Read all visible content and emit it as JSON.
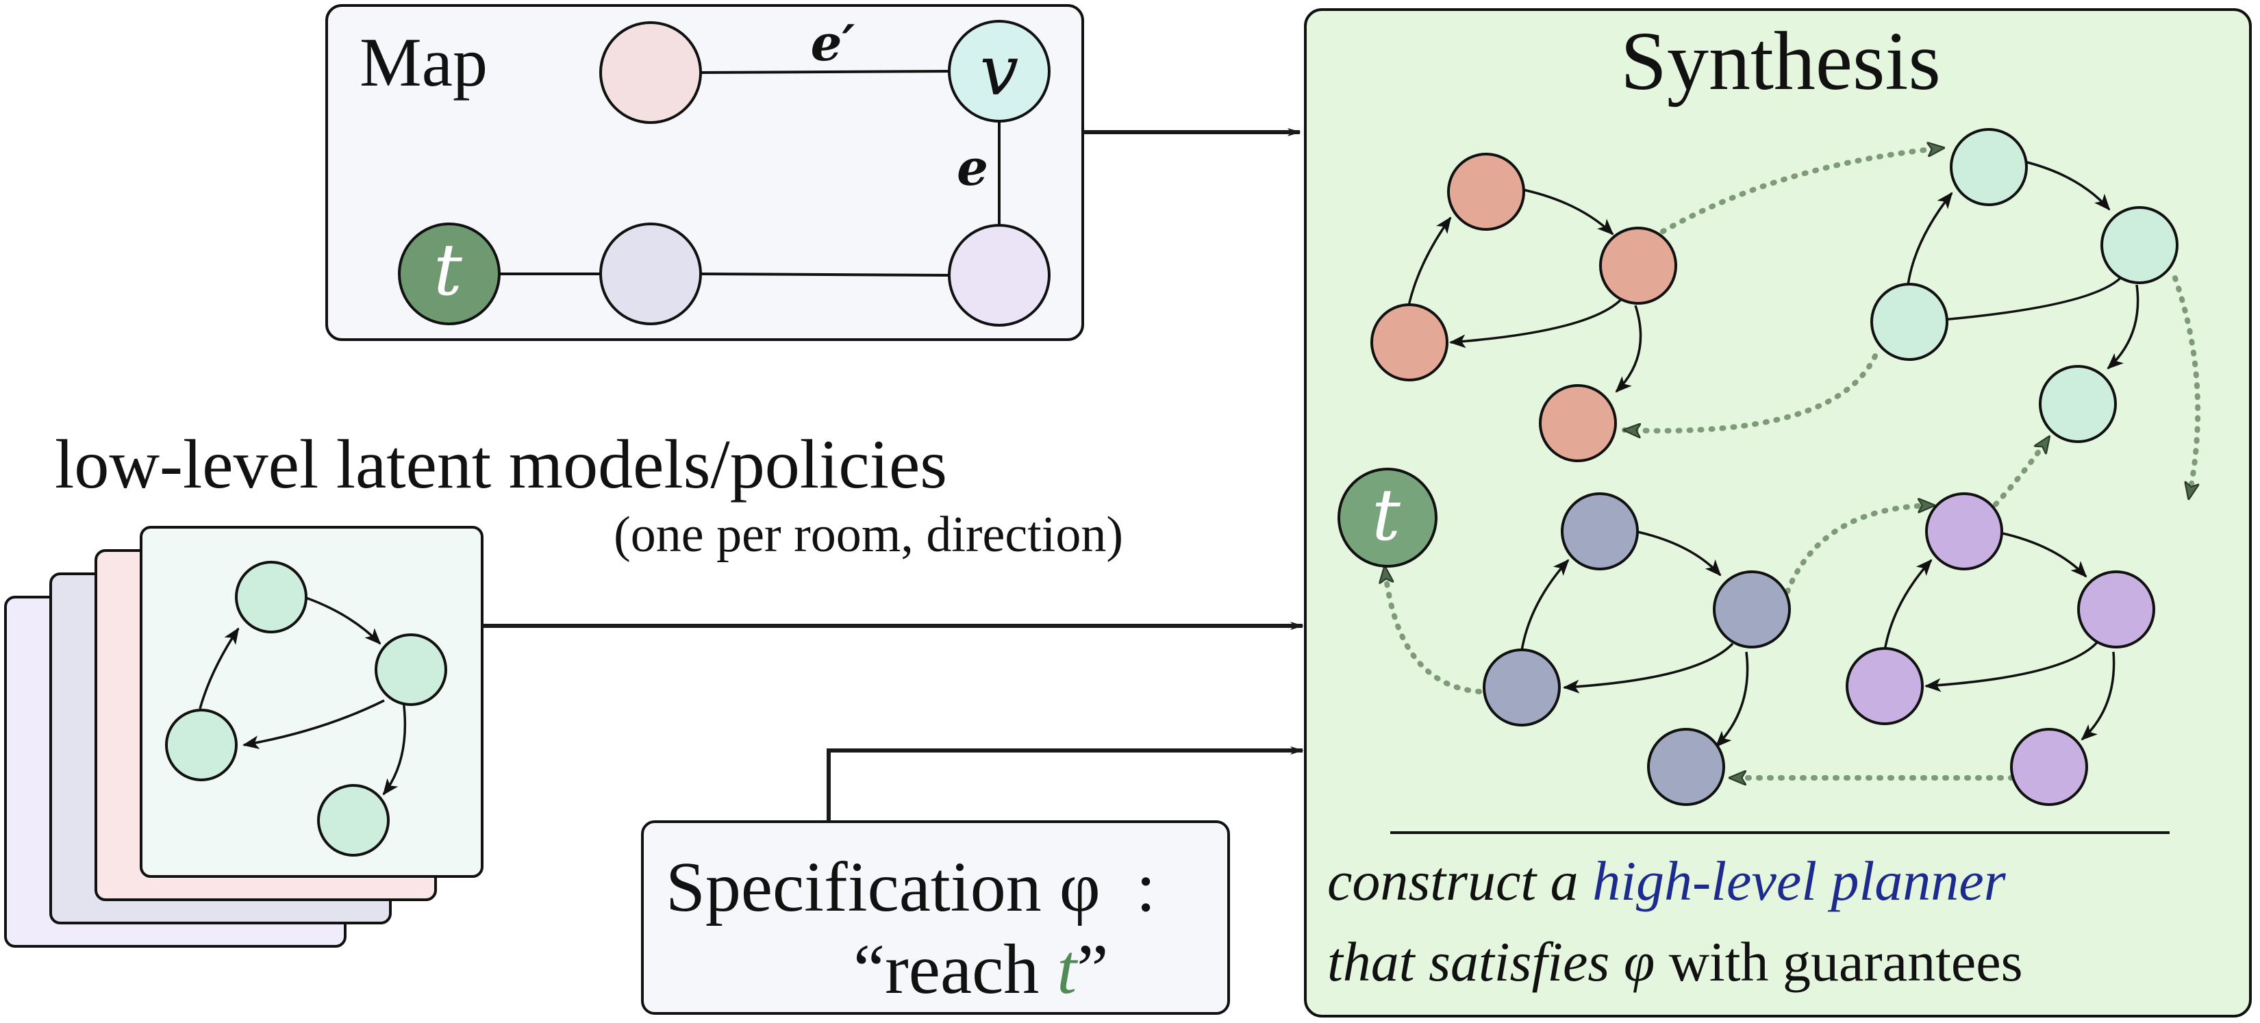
{
  "map_panel": {
    "title": "Map",
    "node_v": "v",
    "node_t": "t",
    "edge_e_prime": "e′",
    "edge_e": "e"
  },
  "models_panel": {
    "title": "low-level latent models/policies",
    "subtitle": "(one per room, direction)"
  },
  "spec_panel": {
    "title": "Specification φ  :",
    "body_prefix": "“reach ",
    "body_var": "t",
    "body_suffix": "”"
  },
  "synthesis_panel": {
    "title": "Synthesis",
    "target_label": "t",
    "caption_line1_prefix": "construct a ",
    "caption_line1_highlight": "high-level planner",
    "caption_line2_italic": "that satisfies ",
    "caption_line2_phi": "φ",
    "caption_line2_tail": " with guarantees"
  },
  "colors": {
    "room_red": "#e4a996",
    "room_green": "#cdeedd",
    "room_blue": "#a0a9c1",
    "room_purple": "#c9b0e2",
    "target_green": "#77a47a",
    "synthesis_bg": "#e4f6dd",
    "highlight_blue": "#1d2b8f",
    "spec_t_green": "#4f8a57",
    "dotted_transition": "#7f9a78"
  }
}
